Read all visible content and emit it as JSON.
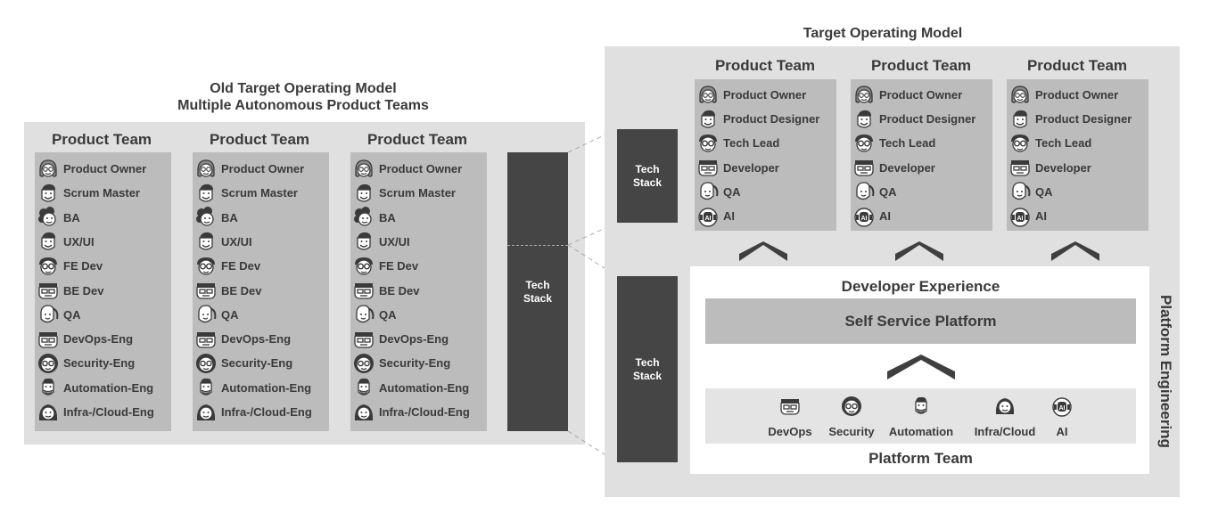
{
  "old_model": {
    "title_line1": "Old Target Operating Model",
    "title_line2": "Multiple Autonomous Product Teams",
    "teams": [
      {
        "title": "Product Team"
      },
      {
        "title": "Product Team"
      },
      {
        "title": "Product Team"
      }
    ],
    "roles": [
      {
        "label": "Product Owner",
        "icon": "woman-glasses-icon"
      },
      {
        "label": "Scrum Master",
        "icon": "man-smile-icon"
      },
      {
        "label": "BA",
        "icon": "curly-hair-icon"
      },
      {
        "label": "UX/UI",
        "icon": "man-smile-icon"
      },
      {
        "label": "FE Dev",
        "icon": "glasses-dev-icon"
      },
      {
        "label": "BE Dev",
        "icon": "headband-dev-icon"
      },
      {
        "label": "QA",
        "icon": "ponytail-icon"
      },
      {
        "label": "DevOps-Eng",
        "icon": "headband-dev-icon"
      },
      {
        "label": "Security-Eng",
        "icon": "round-glasses-icon"
      },
      {
        "label": "Automation-Eng",
        "icon": "beard-icon"
      },
      {
        "label": "Infra-/Cloud-Eng",
        "icon": "long-hair-icon"
      }
    ],
    "tech_stack": "Tech Stack"
  },
  "target_model": {
    "title": "Target Operating Model",
    "teams": [
      {
        "title": "Product Team"
      },
      {
        "title": "Product Team"
      },
      {
        "title": "Product Team"
      }
    ],
    "roles": [
      {
        "label": "Product Owner",
        "icon": "woman-glasses-icon"
      },
      {
        "label": "Product Designer",
        "icon": "man-smile-icon"
      },
      {
        "label": "Tech Lead",
        "icon": "glasses-dev-icon"
      },
      {
        "label": "Developer",
        "icon": "headband-dev-icon"
      },
      {
        "label": "QA",
        "icon": "ponytail-icon"
      },
      {
        "label": "AI",
        "icon": "robot-ai-icon"
      }
    ],
    "tech_stack_top": "Tech Stack",
    "tech_stack_bottom": "Tech Stack",
    "developer_experience": "Developer Experience",
    "self_service_platform": "Self Service Platform",
    "platform_team": {
      "title": "Platform Team",
      "members": [
        {
          "label": "DevOps",
          "icon": "headband-dev-icon"
        },
        {
          "label": "Security",
          "icon": "round-glasses-icon"
        },
        {
          "label": "Automation",
          "icon": "beard-icon"
        },
        {
          "label": "Infra/Cloud",
          "icon": "long-hair-icon"
        },
        {
          "label": "AI",
          "icon": "robot-ai-icon"
        }
      ]
    },
    "platform_engineering": "Platform Engineering"
  },
  "colors": {
    "panel": "#e0e0e0",
    "role_box": "#bcbcbc",
    "tech_stack": "#454545",
    "text": "#3a3a3a"
  }
}
